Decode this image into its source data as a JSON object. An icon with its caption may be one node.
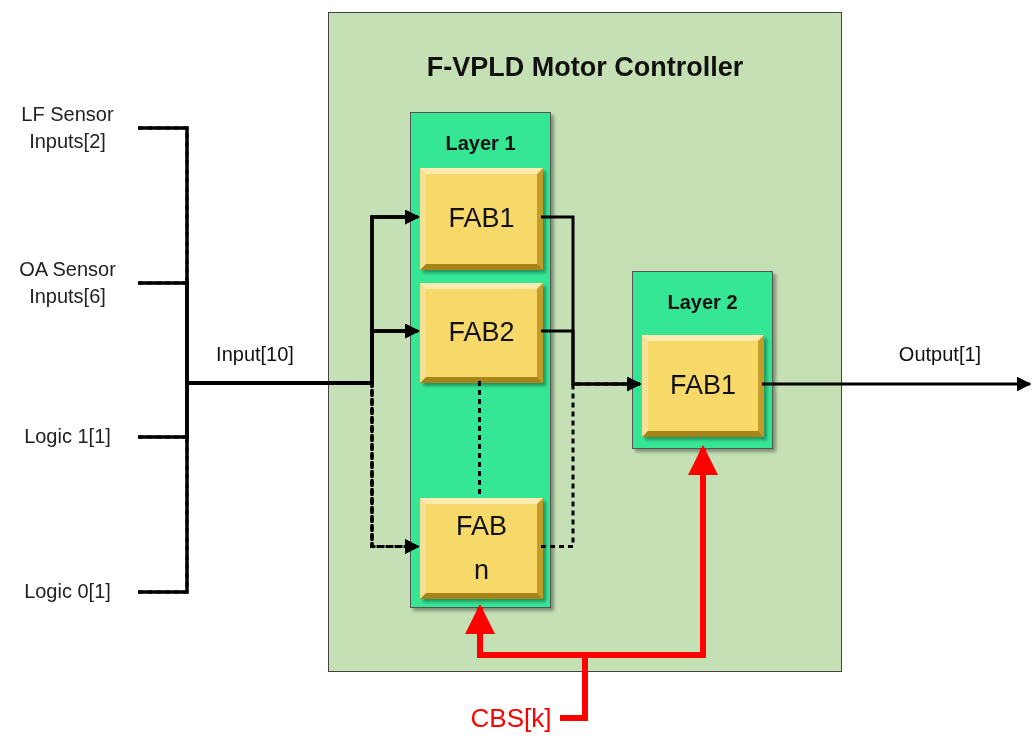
{
  "diagram": {
    "nodes": [
      {
        "text": [
          "LF Sensor Inputs[2]"
        ]
      },
      {
        "text": [
          "OA Sensor Inputs[6]"
        ]
      },
      {
        "text": [
          "Logic 1[1]"
        ]
      },
      {
        "text": [
          "Logic 0[1]"
        ]
      },
      {
        "text": [
          "F-VPLD Motor Controller"
        ]
      },
      {
        "text": [
          "Layer 1"
        ],
        "in": 4
      },
      {
        "text": [
          "FAB1"
        ],
        "in": 5
      },
      {
        "text": [
          "FAB2"
        ],
        "in": 5
      },
      {
        "text": [
          "FAB n"
        ],
        "in": 5
      },
      {
        "text": [
          "Layer 2"
        ],
        "in": 4
      },
      {
        "text": [
          "FAB1"
        ],
        "in": 9
      },
      {
        "text": [
          "CBS[k]"
        ]
      }
    ],
    "edges": [
      {
        "from": 0,
        "to": 6,
        "arrow": "to"
      },
      {
        "from": 0,
        "to": 7,
        "arrow": "to"
      },
      {
        "from": 0,
        "to": 8,
        "arrow": "to",
        "style": "dashed"
      },
      {
        "from": 1,
        "to": 6,
        "arrow": "to"
      },
      {
        "from": 1,
        "to": 7,
        "arrow": "to"
      },
      {
        "from": 1,
        "to": 8,
        "arrow": "to",
        "style": "dashed"
      },
      {
        "from": 2,
        "to": 6,
        "arrow": "to"
      },
      {
        "from": 2,
        "to": 7,
        "arrow": "to"
      },
      {
        "from": 2,
        "to": 8,
        "arrow": "to",
        "style": "dashed"
      },
      {
        "from": 3,
        "to": 6,
        "arrow": "to"
      },
      {
        "from": 3,
        "to": 7,
        "arrow": "to"
      },
      {
        "from": 3,
        "to": 8,
        "arrow": "to",
        "style": "dashed"
      },
      {
        "from": 6,
        "to": 10,
        "arrow": "to"
      },
      {
        "from": 7,
        "to": 10,
        "arrow": "to"
      },
      {
        "from": 8,
        "to": 10,
        "arrow": "to",
        "style": "dashed"
      },
      {
        "from": 10,
        "to": null,
        "arrow": "to"
      },
      {
        "from": 11,
        "to": 5,
        "arrow": "to",
        "style": "thick",
        "color": "#ff0000"
      },
      {
        "from": 11,
        "to": 9,
        "arrow": "to",
        "style": "thick",
        "color": "#ff0000"
      },
      {
        "from": 7,
        "to": 8,
        "arrow": "none",
        "style": "dashed"
      }
    ],
    "labels": [
      "Input[10]",
      "Output[1]"
    ]
  }
}
